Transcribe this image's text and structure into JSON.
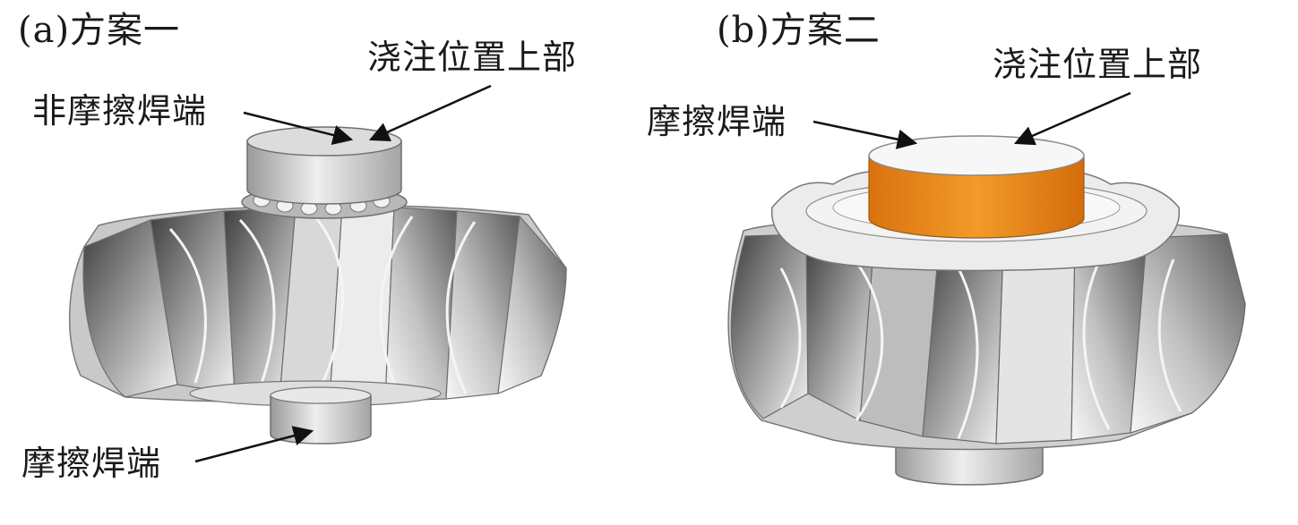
{
  "panel_a": {
    "title": "(a)方案一",
    "label_pour_top": "浇注位置上部",
    "label_non_friction_weld": "非摩擦焊端",
    "label_friction_weld": "摩擦焊端"
  },
  "panel_b": {
    "title": "(b)方案二",
    "label_pour_top": "浇注位置上部",
    "label_friction_weld": "摩擦焊端",
    "highlight_color": "#ee8a1c"
  },
  "colors": {
    "metal_light": "#f4f4f4",
    "metal_mid": "#c4c4c4",
    "metal_dark": "#4f4f4f",
    "outline": "#777777",
    "arrow": "#111111"
  }
}
